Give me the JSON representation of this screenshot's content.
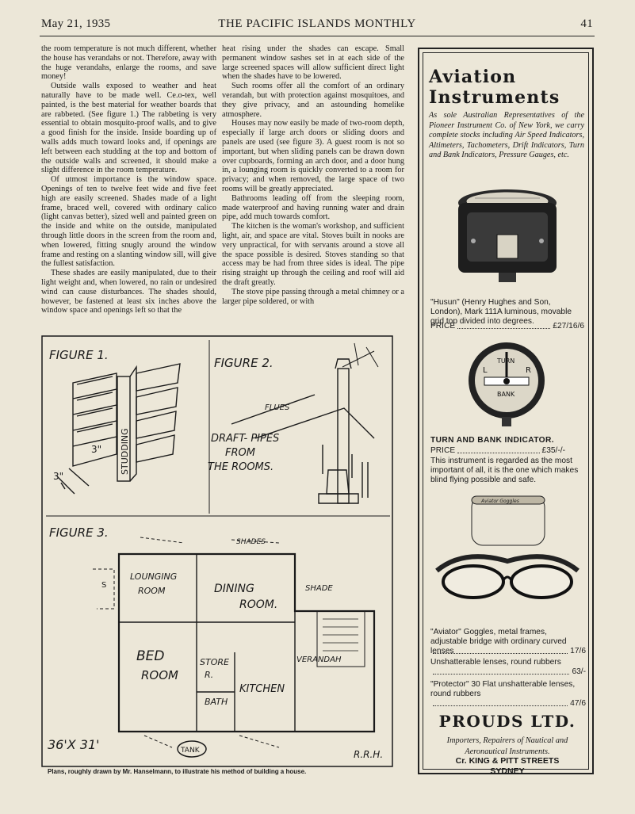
{
  "header": {
    "date": "May 21, 1935",
    "title": "THE PACIFIC ISLANDS MONTHLY",
    "page": "41"
  },
  "article": {
    "col1": [
      "the room temperature is not much different, whether the house has verandahs or not. Therefore, away with the huge verandahs, enlarge the rooms, and save money!",
      "Outside walls exposed to weather and heat naturally have to be made well. Ce.o-tex, well painted, is the best material for weather boards that are rabbeted. (See figure 1.) The rabbeting is very essential to obtain mosquito-proof walls, and to give a good finish for the inside. Inside boarding up of walls adds much toward looks and, if openings are left between each studding at the top and bottom of the outside walls and screened, it should make a slight difference in the room temperature.",
      "Of utmost importance is the window space. Openings of ten to twelve feet wide and five feet high are easily screened. Shades made of a light frame, braced well, covered with ordinary calico (light canvas better), sized well and painted green on the inside and white on the outside, manipulated through little doors in the screen from the room and, when lowered, fitting snugly around the window frame and resting on a slanting window sill, will give the fullest satisfaction.",
      "These shades are easily manipulated, due to their light weight and, when lowered, no rain or undesired wind can cause disturbances. The shades should, however, be fastened at least six inches above the window space and openings left so that the"
    ],
    "col2": [
      "heat rising under the shades can escape. Small permanent window sashes set in at each side of the large screened spaces will allow sufficient direct light when the shades have to be lowered.",
      "Such rooms offer all the comfort of an ordinary verandah, but with protection against mosquitoes, and they give privacy, and an astounding homelike atmosphere.",
      "Houses may now easily be made of two-room depth, especially if large arch doors or sliding doors and panels are used (see figure 3). A guest room is not so important, but when sliding panels can be drawn down over cupboards, forming an arch door, and a door hung in, a lounging room is quickly converted to a room for privacy; and when removed, the large space of two rooms will be greatly appreciated.",
      "Bathrooms leading off from the sleeping room, made waterproof and having running water and drain pipe, add much towards comfort.",
      "The kitchen is the woman's workshop, and sufficient light, air, and space are vital. Stoves built in nooks are very unpractical, for with servants around a stove all the space possible is desired. Stoves standing so that access may be had from three sides is ideal. The pipe rising straight up through the ceiling and roof will aid the draft greatly.",
      "The stove pipe passing through a metal chimney or a larger pipe soldered, or with"
    ]
  },
  "figures": {
    "fig1_title": "FIGURE 1.",
    "fig1_studding": "STUDDING",
    "fig1_dim_a": "3\"",
    "fig1_dim_b": "3\"",
    "fig2_title": "FIGURE 2.",
    "fig2_flues": "FLUES",
    "fig2_draft1": "DRAFT- PIPES",
    "fig2_draft2": "FROM",
    "fig2_draft3": "THE ROOMS.",
    "fig3_title": "FIGURE 3.",
    "fig3_s": "S",
    "fig3_shades": "SHADES",
    "fig3_lounging1": "LOUNGING",
    "fig3_lounging2": "ROOM",
    "fig3_dining1": "DINING",
    "fig3_dining2": "ROOM.",
    "fig3_shade": "SHADE",
    "fig3_verandah": "VERANDAH",
    "fig3_bed1": "BED",
    "fig3_bed2": "ROOM",
    "fig3_store1": "STORE",
    "fig3_store2": "R.",
    "fig3_kitchen": "KITCHEN",
    "fig3_bath": "BATH",
    "fig3_size": "36'X 31'",
    "fig3_tank": "TANK",
    "initials": "R.R.H."
  },
  "caption": "Plans, roughly drawn by Mr. Hanselmann, to illustrate his method of building a house.",
  "ad": {
    "title1": "Aviation",
    "title2": "Instruments",
    "intro": "As sole Australian Representatives of the Pioneer Instrument Co. of New York, we carry complete stocks including Air Speed Indicators, Altimeters, Tachometers, Drift Indicators, Turn and Bank Indicators, Pressure Gauges, etc.",
    "compass_desc": "\"Husun\" (Henry Hughes and Son, London), Mark 111A luminous, movable grid top divided into degrees.",
    "compass_price_label": "PRICE",
    "compass_price": "£27/16/6",
    "tb_dial_top": "TURN",
    "tb_dial_mid": "BANK",
    "tb_dial_l": "L",
    "tb_dial_r": "R",
    "tb_title": "TURN AND BANK INDICATOR.",
    "tb_price_label": "PRICE",
    "tb_price": "£35/-/-",
    "tb_desc": "This instrument is regarded as the most important of all, it is the one which makes blind flying possible and safe.",
    "goggles_case_label": "Aviator Goggles",
    "goggles_desc": "\"Aviator\" Goggles, metal frames, adjustable bridge with ordinary curved lenses",
    "goggles_price": "17/6",
    "unshatter_desc": "Unshatterable lenses, round rubbers",
    "unshatter_price": "63/-",
    "protector_desc": "\"Protector\" 30 Flat unshatterable lenses, round rubbers",
    "protector_price": "47/6",
    "brand": "PROUDS LTD.",
    "brand_sub1": "Importers, Repairers of Nautical and",
    "brand_sub2": "Aeronautical Instruments.",
    "addr1": "Cr. KING & PITT STREETS",
    "addr2": "SYDNEY"
  }
}
